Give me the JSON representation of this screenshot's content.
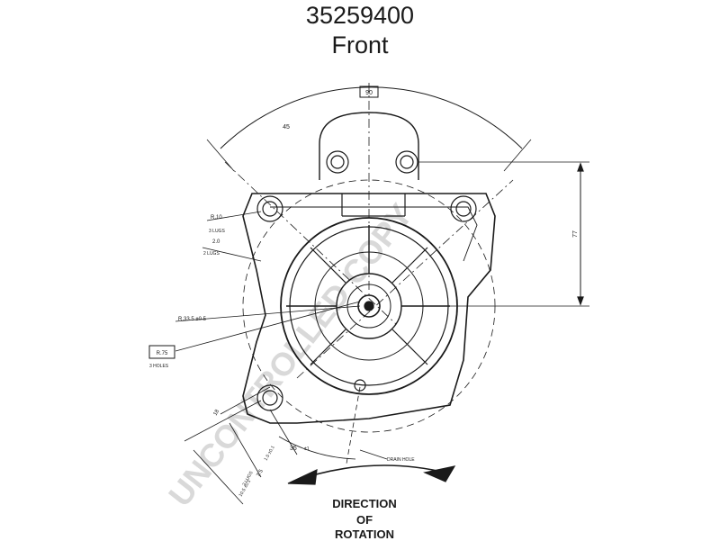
{
  "header": {
    "part_number": "35259400",
    "view": "Front"
  },
  "watermark": "UNCONTROLLED COPY",
  "dimensions": {
    "top_angle": "90",
    "left_angle": "45",
    "height": "77",
    "radius_1": "R.10",
    "radius_1_tol": "3 LUGS",
    "radius_2": "2.0",
    "radius_2_tol": "2 LUGS",
    "bore": "R.33.5 ±0.5",
    "boxed_radius": "R.75",
    "boxed_radius_tol": "3 HOLES",
    "lower_1": "18",
    "lower_2": "1.5 ±0.1",
    "lower_3": "7.5",
    "lower_4": "2 LUGS",
    "lower_5": "10.5 ±0.1",
    "bottom_angle": "35",
    "bottom_angle_tol": "±1",
    "drain_hole": "DRAIN HOLE"
  },
  "rotation": {
    "line1": "DIRECTION",
    "line2": "OF",
    "line3": "ROTATION"
  },
  "colors": {
    "ink": "#1a1a1a",
    "watermark": "#d9d9d9"
  }
}
